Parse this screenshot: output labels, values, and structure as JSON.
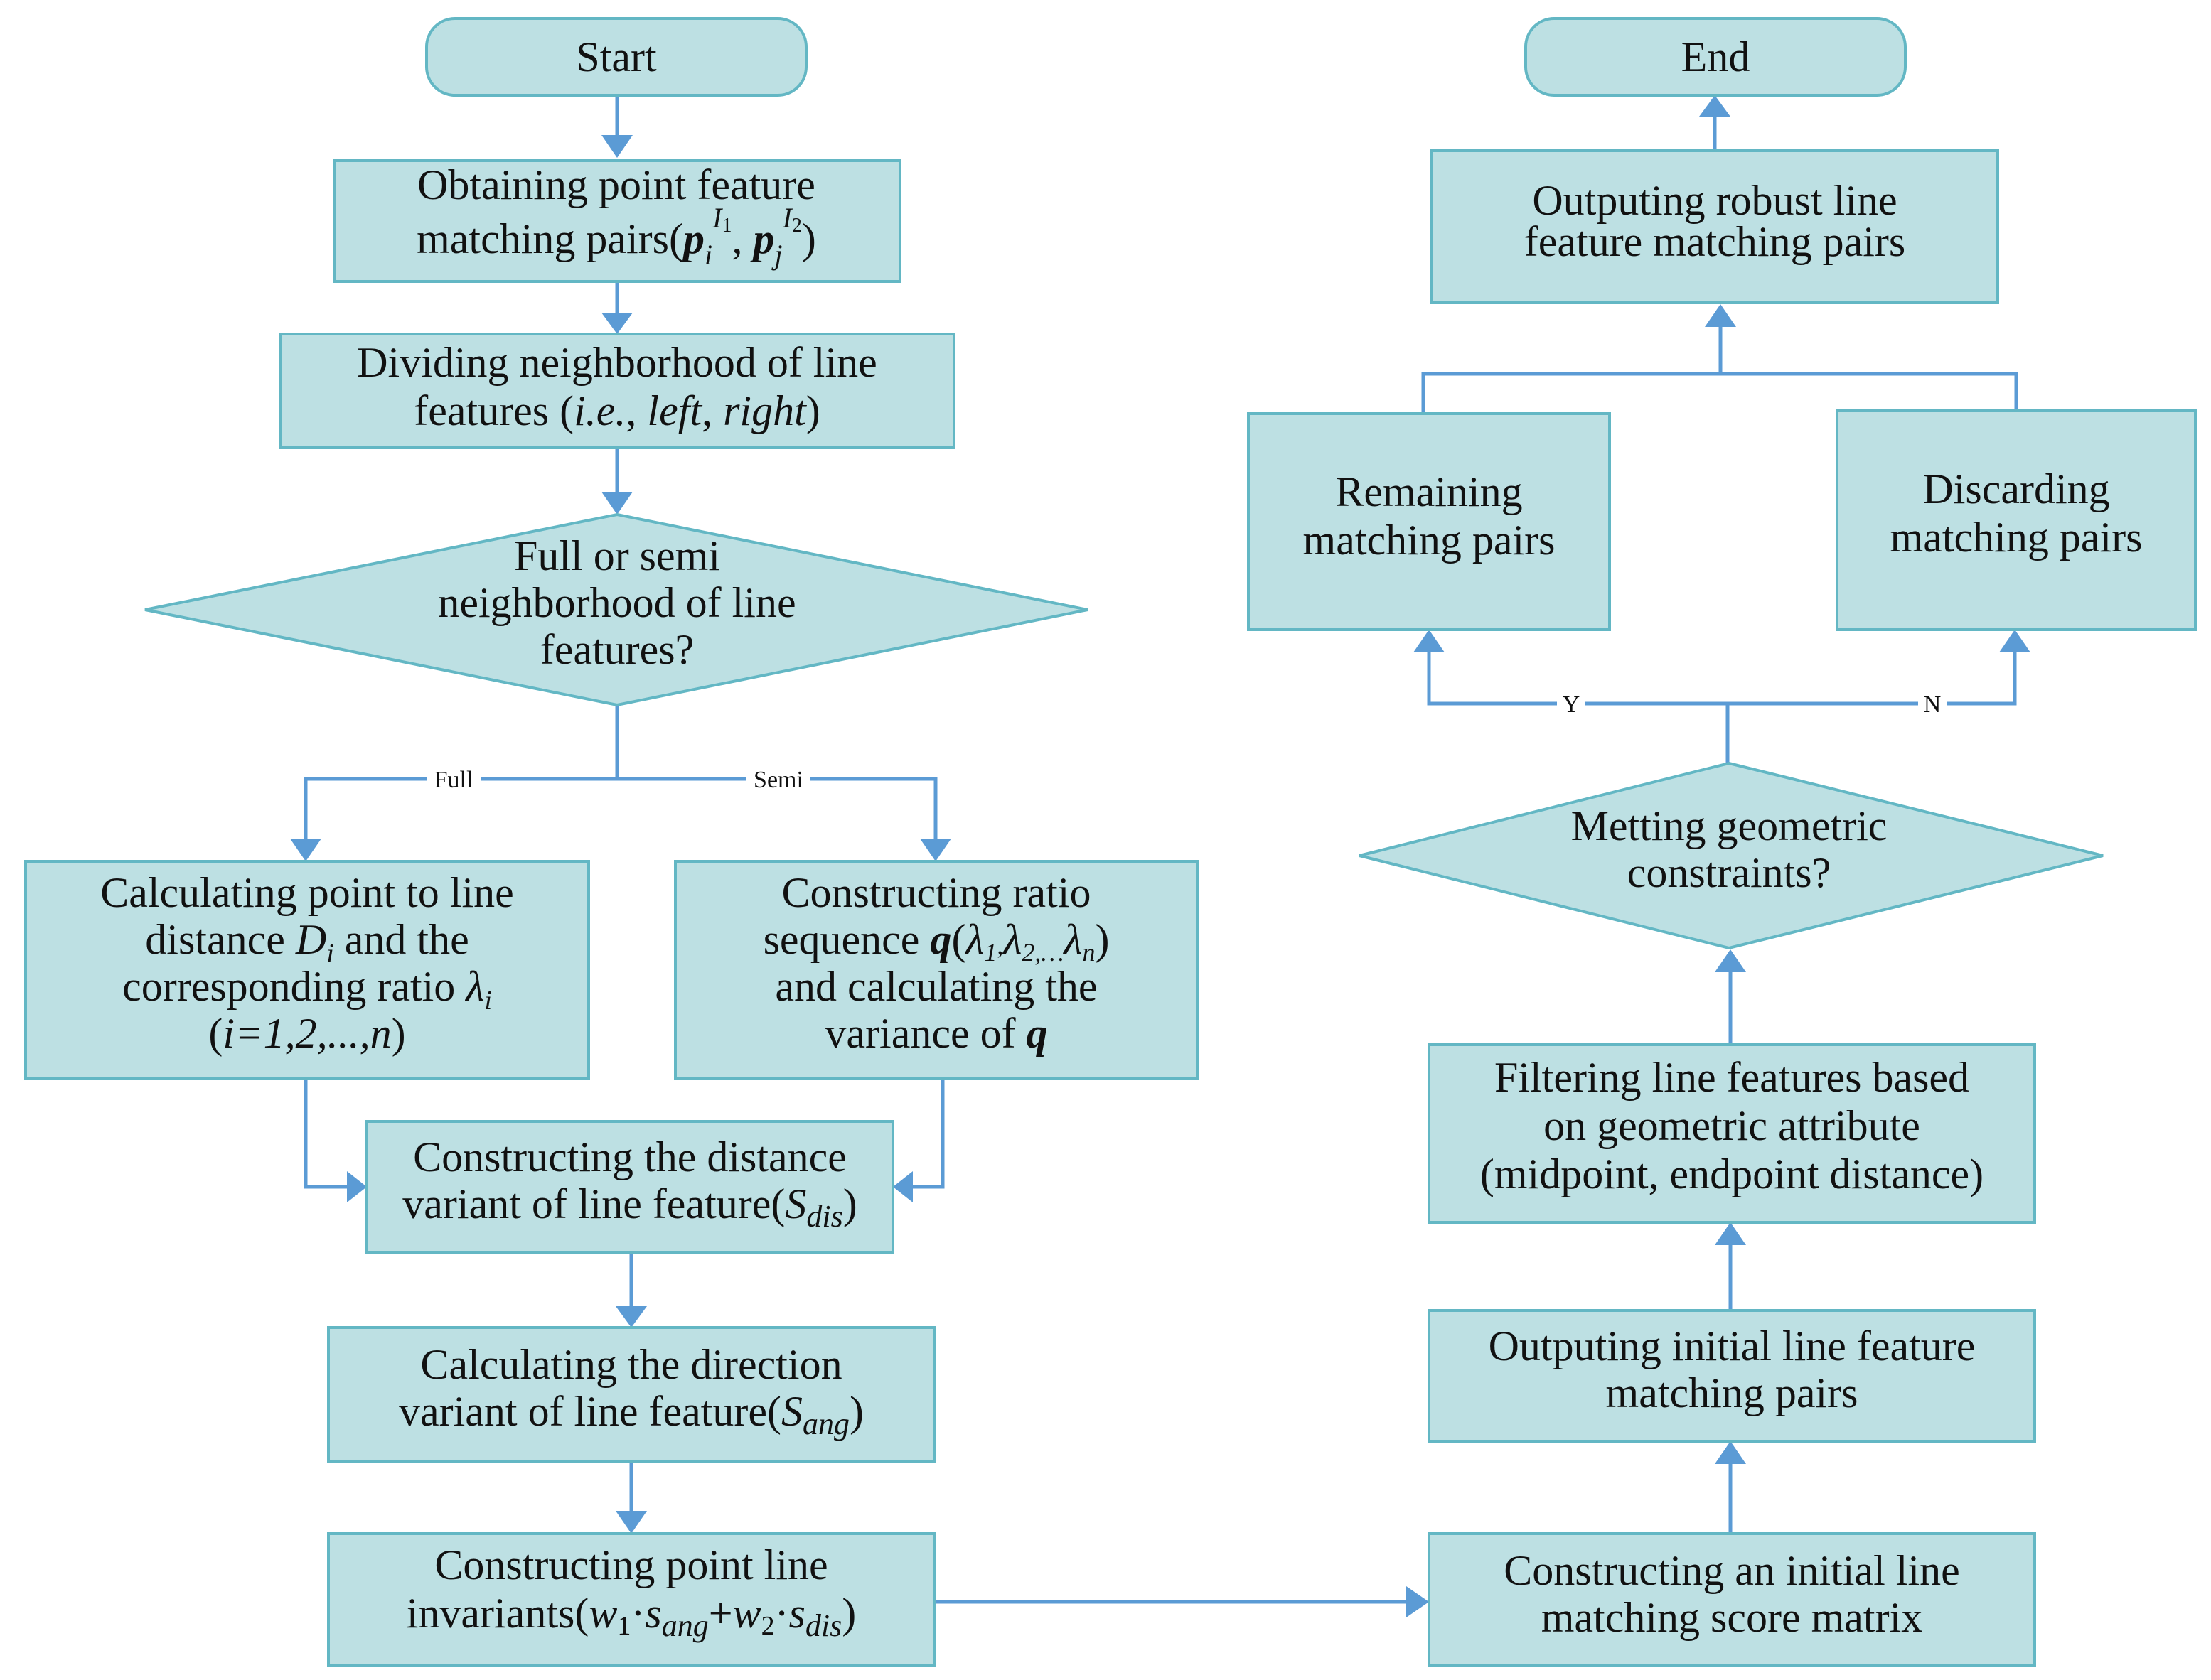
{
  "nodes": {
    "start": "Start",
    "end": "End",
    "obtain": {
      "l1": "Obtaining point feature",
      "l2_pre": "matching pairs(",
      "p": "p",
      "i": "i",
      "I1_I": "I",
      "I1_n": "1",
      "comma": ", ",
      "j": "j",
      "I2_I": "I",
      "I2_n": "2",
      "close": ")"
    },
    "divide": {
      "l1": "Dividing neighborhood of line",
      "l2_pre": "features (",
      "ie": "i.e.",
      "sep1": ", ",
      "left": "left",
      "sep2": ", ",
      "right": "right",
      "close": ")"
    },
    "decision_neighborhood": {
      "l1": "Full or semi",
      "l2": "neighborhood of line",
      "l3": "features?"
    },
    "calc_point_line": {
      "l1": "Calculating point to line",
      "l2_pre": "distance ",
      "D": "D",
      "i": "i",
      "l2_post": " and the",
      "l3_pre": "corresponding ratio ",
      "lam": "λ",
      "lam_i": "i",
      "l4": "i=1,2,...,n",
      "l4_open": "(",
      "l4_close": ")"
    },
    "construct_ratio": {
      "l1": "Constructing ratio",
      "l2_pre": "sequence ",
      "q": "q",
      "open": "(",
      "lam": "λ",
      "s1": "1",
      "s2": "2,…",
      "sn": "n",
      "close": ")",
      "l3": "and calculating the",
      "l4_pre": "variance of ",
      "l4_q": "q"
    },
    "distance_variant": {
      "l1": "Constructing the distance",
      "l2_pre": "variant of line feature(",
      "S": "S",
      "sub": "dis",
      "close": ")"
    },
    "direction_variant": {
      "l1": "Calculating the direction",
      "l2_pre": "variant of line feature(",
      "S": "S",
      "sub": "ang",
      "close": ")"
    },
    "point_line_invariants": {
      "l1": "Constructing point line",
      "l2_pre": "invariants(",
      "w": "w",
      "w1": "1",
      "dot": "·",
      "s": "s",
      "ang": "ang",
      "plus": "+",
      "w2": "2",
      "dis": "dis",
      "close": ")"
    },
    "score_matrix": {
      "l1": "Constructing an initial line",
      "l2": "matching score matrix"
    },
    "initial_pairs": {
      "l1": "Outputing initial line feature",
      "l2": "matching pairs"
    },
    "filtering": {
      "l1": "Filtering line features based",
      "l2": "on geometric attribute",
      "l3": "(midpoint, endpoint distance)"
    },
    "decision_geometric": {
      "l1": "Metting geometric",
      "l2": "constraints?"
    },
    "remaining": {
      "l1": "Remaining",
      "l2": "matching pairs"
    },
    "discarding": {
      "l1": "Discarding",
      "l2": "matching pairs"
    },
    "robust": {
      "l1": "Outputing robust line",
      "l2": "feature matching pairs"
    }
  },
  "edge_labels": {
    "full": "Full",
    "semi": "Semi",
    "yes": "Y",
    "no": "N"
  },
  "colors": {
    "node_fill": "#bde0e3",
    "node_border": "#63b7c4",
    "arrow": "#5b9bd5",
    "text": "#111111"
  }
}
